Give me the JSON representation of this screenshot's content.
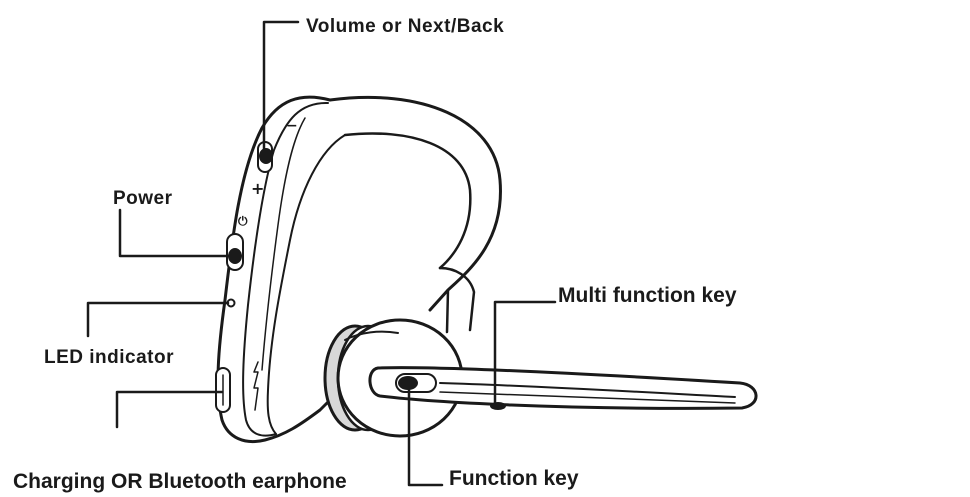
{
  "diagram": {
    "labels": {
      "volume": "Volume or Next/Back",
      "power": "Power",
      "led": "LED indicator",
      "multi_function": "Multi function key",
      "function_key": "Function key",
      "charging": "Charging OR Bluetooth earphone"
    },
    "colors": {
      "line": "#1a1a1a",
      "background": "#ffffff",
      "body_fill": "#ffffff",
      "earbud_fill": "#d8d8d8"
    }
  }
}
